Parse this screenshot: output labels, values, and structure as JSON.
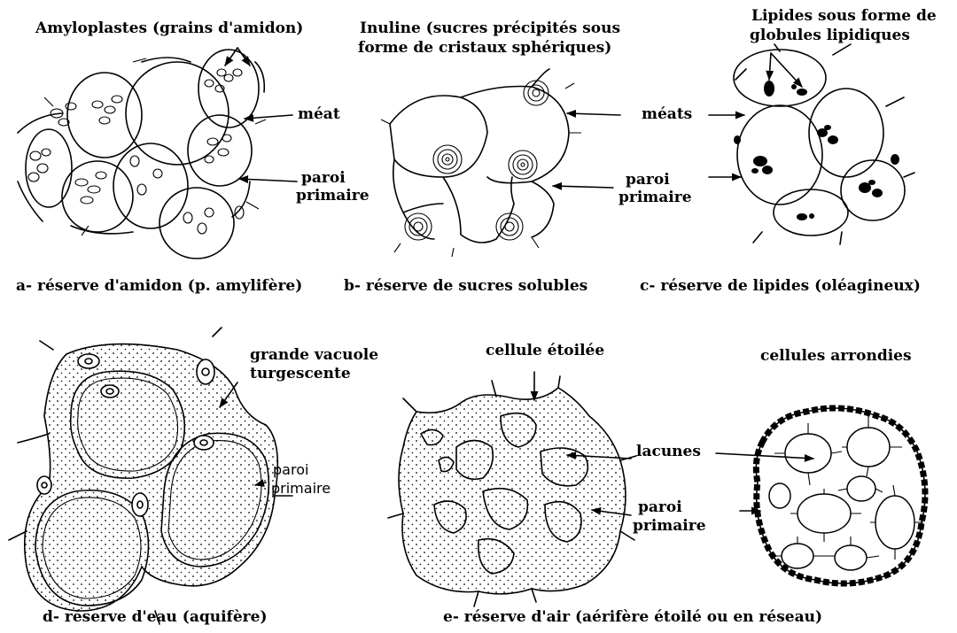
{
  "panel_a": {
    "label_amyloplastes": "Amyloplastes (grains d'amidon)",
    "label_meat": "méat",
    "label_paroi_1": "paroi",
    "label_paroi_2": "primaire",
    "caption": "a- réserve d'amidon (p. amylifère)"
  },
  "panel_b": {
    "label_inuline_1": "Inuline (sucres précipités sous",
    "label_inuline_2": "forme de cristaux sphériques)",
    "label_paroi_1": "paroi",
    "label_paroi_2": "primaire",
    "caption": "b- réserve de sucres solubles"
  },
  "panel_c": {
    "label_lipides_1": "Lipides sous forme de",
    "label_lipides_2": "globules lipidiques",
    "label_meats": "méats",
    "caption": "c- réserve de lipides (oléagineux)"
  },
  "panel_d": {
    "label_vacuole_1": "grande vacuole",
    "label_vacuole_2": "turgescente",
    "label_paroi_1": "paroi",
    "label_paroi_2": "primaire",
    "caption": "d- réserve d'eau (aquifère)"
  },
  "panel_e": {
    "label_etoilee": "cellule étoilée",
    "label_arrondies": "cellules arrondies",
    "label_lacunes": "lacunes",
    "label_paroi_1": "paroi",
    "label_paroi_2": "primaire",
    "caption": "e- réserve d'air (aérifère étoilé ou en réseau)"
  }
}
